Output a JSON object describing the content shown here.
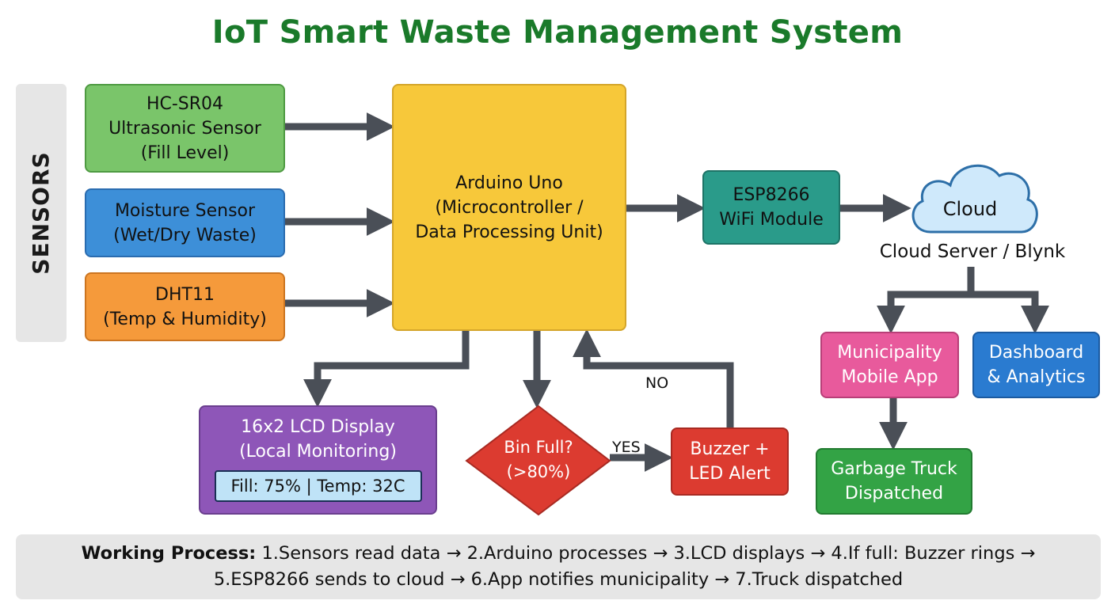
{
  "title": "IoT Smart Waste Management System",
  "sensors_label": "SENSORS",
  "nodes": {
    "hcsr04": [
      "HC-SR04",
      "Ultrasonic Sensor",
      "(Fill Level)"
    ],
    "moisture": [
      "Moisture Sensor",
      "(Wet/Dry Waste)"
    ],
    "dht11": [
      "DHT11",
      "(Temp & Humidity)"
    ],
    "arduino": [
      "Arduino Uno",
      "(Microcontroller /",
      "Data Processing Unit)"
    ],
    "esp8266": [
      "ESP8266",
      "WiFi Module"
    ],
    "cloud": "Cloud",
    "cloud_caption": "Cloud Server / Blynk",
    "lcd": [
      "16x2 LCD Display",
      "(Local Monitoring)"
    ],
    "lcd_screen": "Fill: 75% | Temp: 32C",
    "decision": [
      "Bin Full?",
      "(>80%)"
    ],
    "buzzer": [
      "Buzzer +",
      "LED Alert"
    ],
    "municipality": [
      "Municipality",
      "Mobile App"
    ],
    "dashboard": [
      "Dashboard",
      "& Analytics"
    ],
    "truck": [
      "Garbage Truck",
      "Dispatched"
    ]
  },
  "edges": {
    "yes": "YES",
    "no": "NO"
  },
  "process": {
    "label": "Working Process:",
    "line1": " 1.Sensors read data → 2.Arduino processes → 3.LCD displays → 4.If full: Buzzer rings →",
    "line2": "5.ESP8266 sends to cloud → 6.App notifies municipality → 7.Truck dispatched"
  },
  "colors": {
    "title": "#1a7a2a",
    "arrow": "#4a4f57",
    "hcsr04": "#7ac56a",
    "moisture": "#3d8fd8",
    "dht11": "#f59a3b",
    "arduino": "#f7c83a",
    "esp8266": "#2a9b8a",
    "cloud": "#cfe9fb",
    "lcd": "#8e56b8",
    "decision": "#dc3b30",
    "buzzer": "#dc3b30",
    "municipality": "#e85a9c",
    "dashboard": "#2a7bd0",
    "truck": "#33a345"
  }
}
